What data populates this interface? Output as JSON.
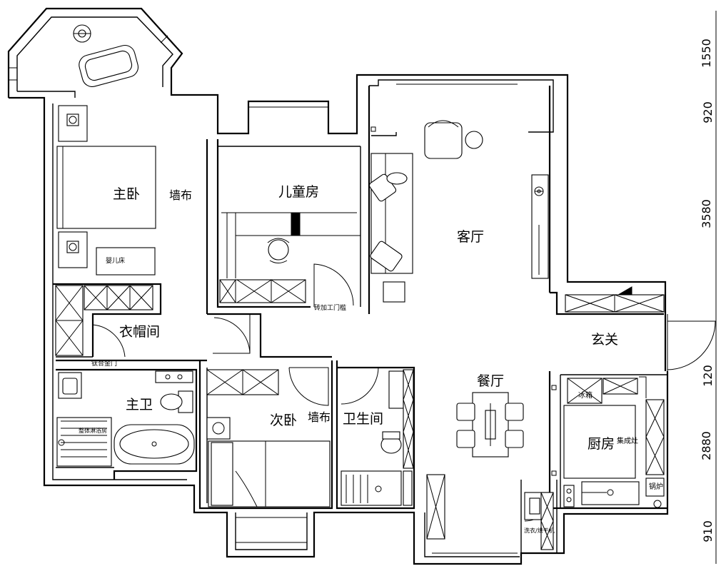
{
  "rooms": {
    "master_bedroom": "主卧",
    "wall_cloth_1": "墙布",
    "kids_room": "儿童房",
    "living_room": "客厅",
    "cloakroom": "衣帽间",
    "foyer": "玄关",
    "master_bath": "主卫",
    "second_bedroom": "次卧",
    "wall_cloth_2": "墙布",
    "bathroom": "卫生间",
    "dining_room": "餐厅",
    "kitchen": "厨房"
  },
  "labels": {
    "baby_crib": "婴儿床",
    "brick_door": "砖加工门槛",
    "titanium_door": "钛合金门",
    "shower_room": "整体淋浴房",
    "fridge": "冰箱",
    "integrated_stove": "集成灶",
    "boiler": "锅炉",
    "washer_dryer": "洗衣/烘干机"
  },
  "dimensions": [
    "1550",
    "920",
    "3580",
    "120",
    "2880",
    "910"
  ]
}
